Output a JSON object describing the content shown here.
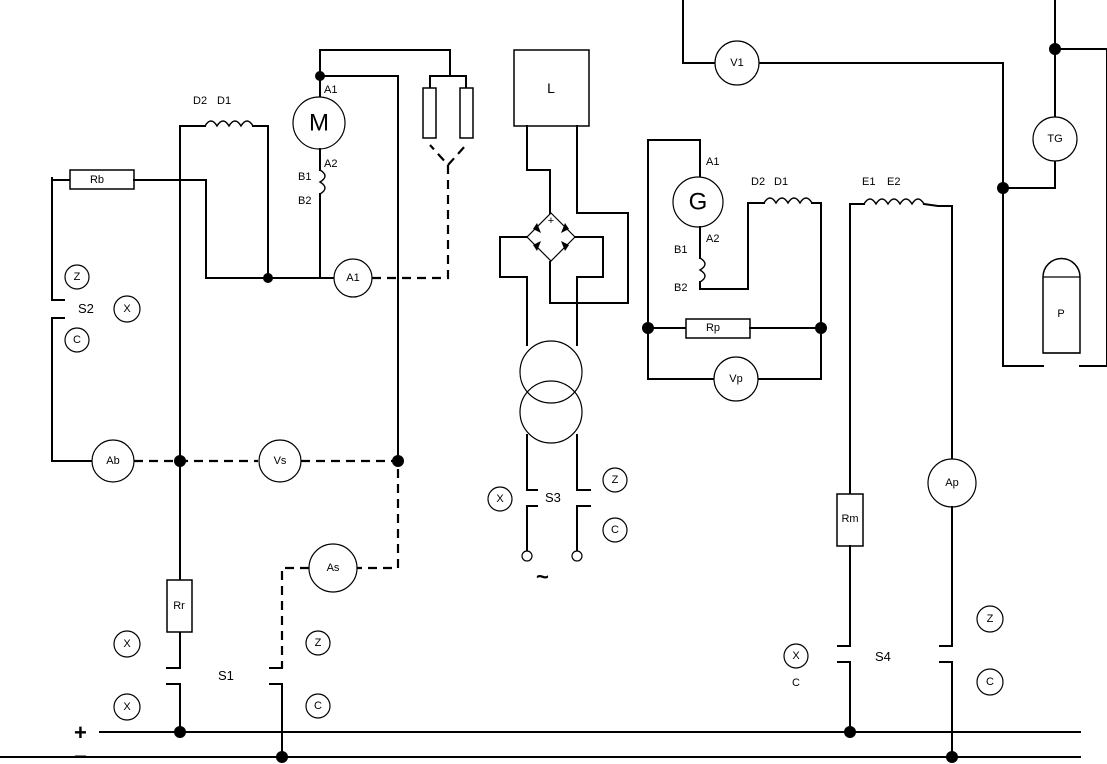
{
  "rails": {
    "plus": "+",
    "minus": "−"
  },
  "meters": {
    "v1": "V1",
    "tg": "TG",
    "a1": "A1",
    "ab": "Ab",
    "vs": "Vs",
    "as": "As",
    "vp": "Vp",
    "ap": "Ap",
    "m": "M",
    "g": "G"
  },
  "components": {
    "rb": "Rb",
    "rr": "Rr",
    "rp": "Rp",
    "rm": "Rm",
    "l": "L",
    "p": "P",
    "ac": "~",
    "bridge_plus": "+"
  },
  "terminals": {
    "motor": {
      "a1": "A1",
      "a2": "A2",
      "b1": "B1",
      "b2": "B2",
      "d1": "D1",
      "d2": "D2"
    },
    "generator": {
      "a1": "A1",
      "a2": "A2",
      "b1": "B1",
      "b2": "B2",
      "d1": "D1",
      "d2": "D2"
    },
    "exciter": {
      "e1": "E1",
      "e2": "E2"
    }
  },
  "switches": {
    "s1": "S1",
    "s2": "S2",
    "s3": "S3",
    "s4": "S4",
    "z": "Z",
    "c": "C",
    "x": "X"
  }
}
